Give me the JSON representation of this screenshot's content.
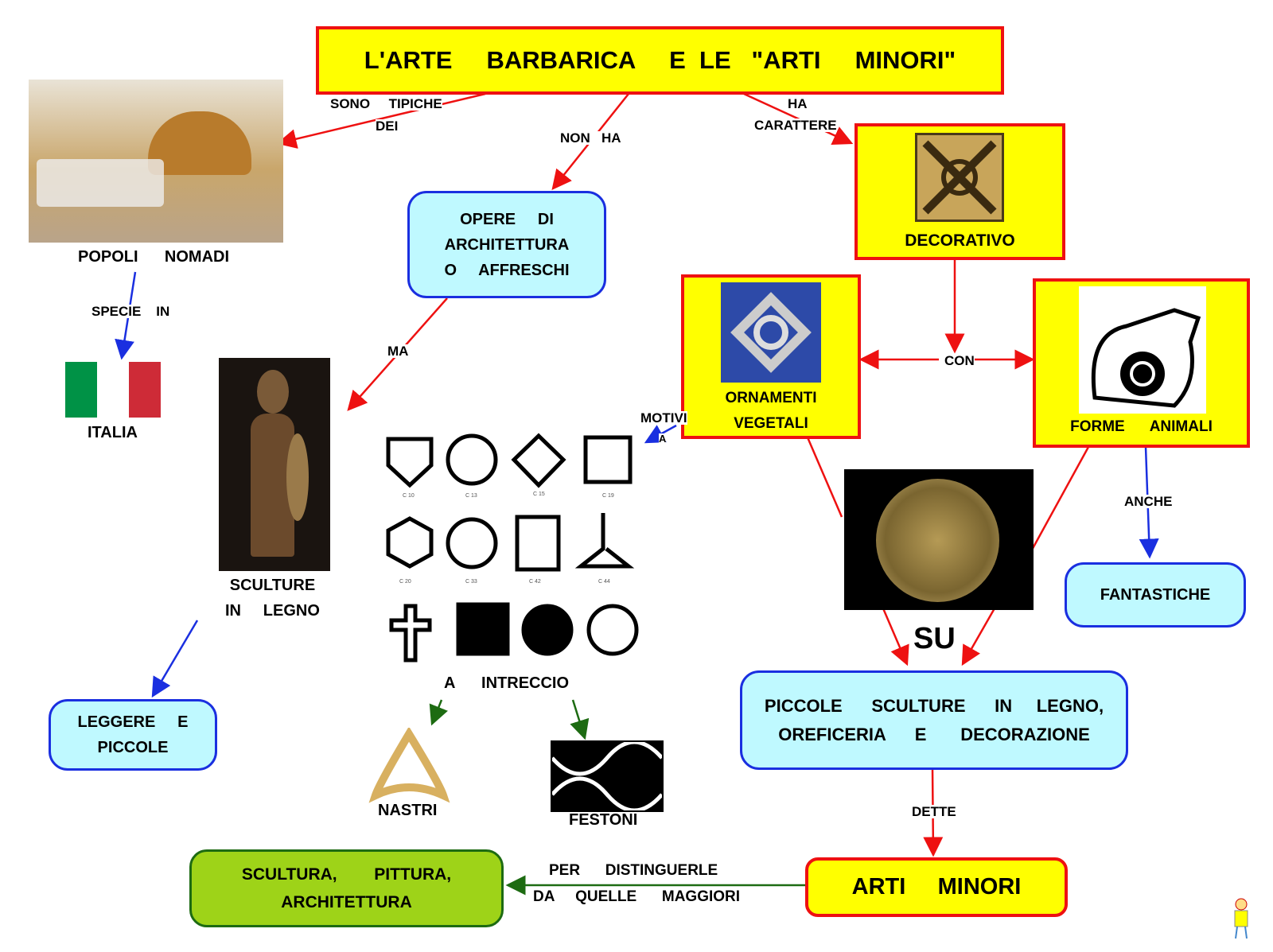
{
  "title": "L'ARTE     BARBARICA     E  LE   \"ARTI     MINORI\"",
  "links": {
    "sono_tipiche": "SONO     TIPICHE",
    "dei": "DEI",
    "non_ha": "NON   HA",
    "ha": "HA",
    "carattere": "CARATTERE",
    "specie_in": "SPECIE    IN",
    "ma": "MA",
    "motivi": "MOTIVI",
    "a_small": "A",
    "con": "CON",
    "anche": "ANCHE",
    "su": "SU",
    "dette": "DETTE",
    "per_distinguerle": "PER      DISTINGUERLE",
    "da_quelle": "DA     QUELLE      MAGGIORI"
  },
  "nodes": {
    "popoli_nomadi": "POPOLI      NOMADI",
    "italia": "ITALIA",
    "opere": "OPERE     DI\nARCHITETTURA\nO     AFFRESCHI",
    "decorativo": "DECORATIVO",
    "ornamenti": "ORNAMENTI\nVEGETALI",
    "forme_animali": "FORME      ANIMALI",
    "sculture_legno": "SCULTURE\nIN     LEGNO",
    "leggere": "LEGGERE     E\nPICCOLE",
    "intreccio": "A      INTRECCIO",
    "nastri": "NASTRI",
    "festoni": "FESTONI",
    "fantastiche": "FANTASTICHE",
    "piccole_sculture": "PICCOLE      SCULTURE      IN     LEGNO,\nOREFICERIA      E       DECORAZIONE",
    "arti_minori": "ARTI     MINORI",
    "scultura": "SCULTURA,        PITTURA,\nARCHITETTURA"
  },
  "knot_captions": [
    "C 10",
    "C 13",
    "C 15",
    "C 19",
    "C 20",
    "C 33",
    "C 42",
    "C 44"
  ],
  "colors": {
    "yellow": "#ffff00",
    "red": "#ee1111",
    "cyan": "#bff9ff",
    "blue": "#1a2fe0",
    "green": "#9ed318",
    "dark_green": "#1d6b12"
  }
}
